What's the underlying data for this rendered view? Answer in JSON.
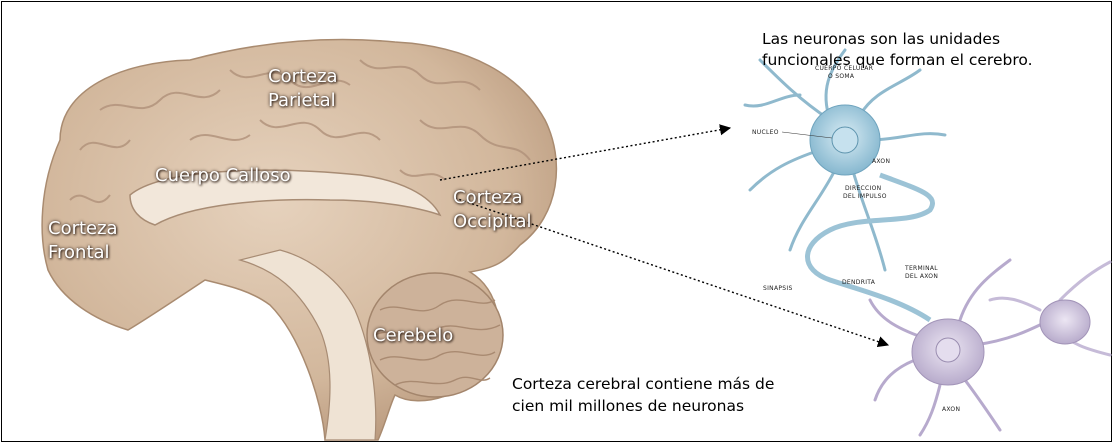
{
  "labels": {
    "corteza_parietal": [
      "Corteza",
      "Parietal"
    ],
    "cuerpo_calloso": "Cuerpo Calloso",
    "corteza_occipital": [
      "Corteza",
      "Occipital"
    ],
    "corteza_frontal": [
      "Corteza",
      "Frontal"
    ],
    "cerebelo": "Cerebelo"
  },
  "captions": {
    "top": [
      "Las  neuronas son las unidades",
      "funcionales que forman el cerebro."
    ],
    "bottom": [
      "Corteza cerebral contiene más de",
      "cien mil millones de neuronas"
    ]
  },
  "neuron_labels": {
    "cuerpo_celular": [
      "CUERPO CELULAR",
      "O SOMA"
    ],
    "nucleo": "NUCLEO",
    "axon_top": "AXON",
    "direccion": [
      "DIRECCION",
      "DEL IMPULSO"
    ],
    "terminal": [
      "TERMINAL",
      "DEL AXON"
    ],
    "sinapsis": "SINAPSIS",
    "dendrita": "DENDRITA",
    "axon_bottom": "AXON"
  },
  "colors": {
    "brain": "#d8c0a8",
    "neuron_blue": "#a9cfe0",
    "neuron_purple": "#cfc4de",
    "label_text": "#ffffff"
  }
}
